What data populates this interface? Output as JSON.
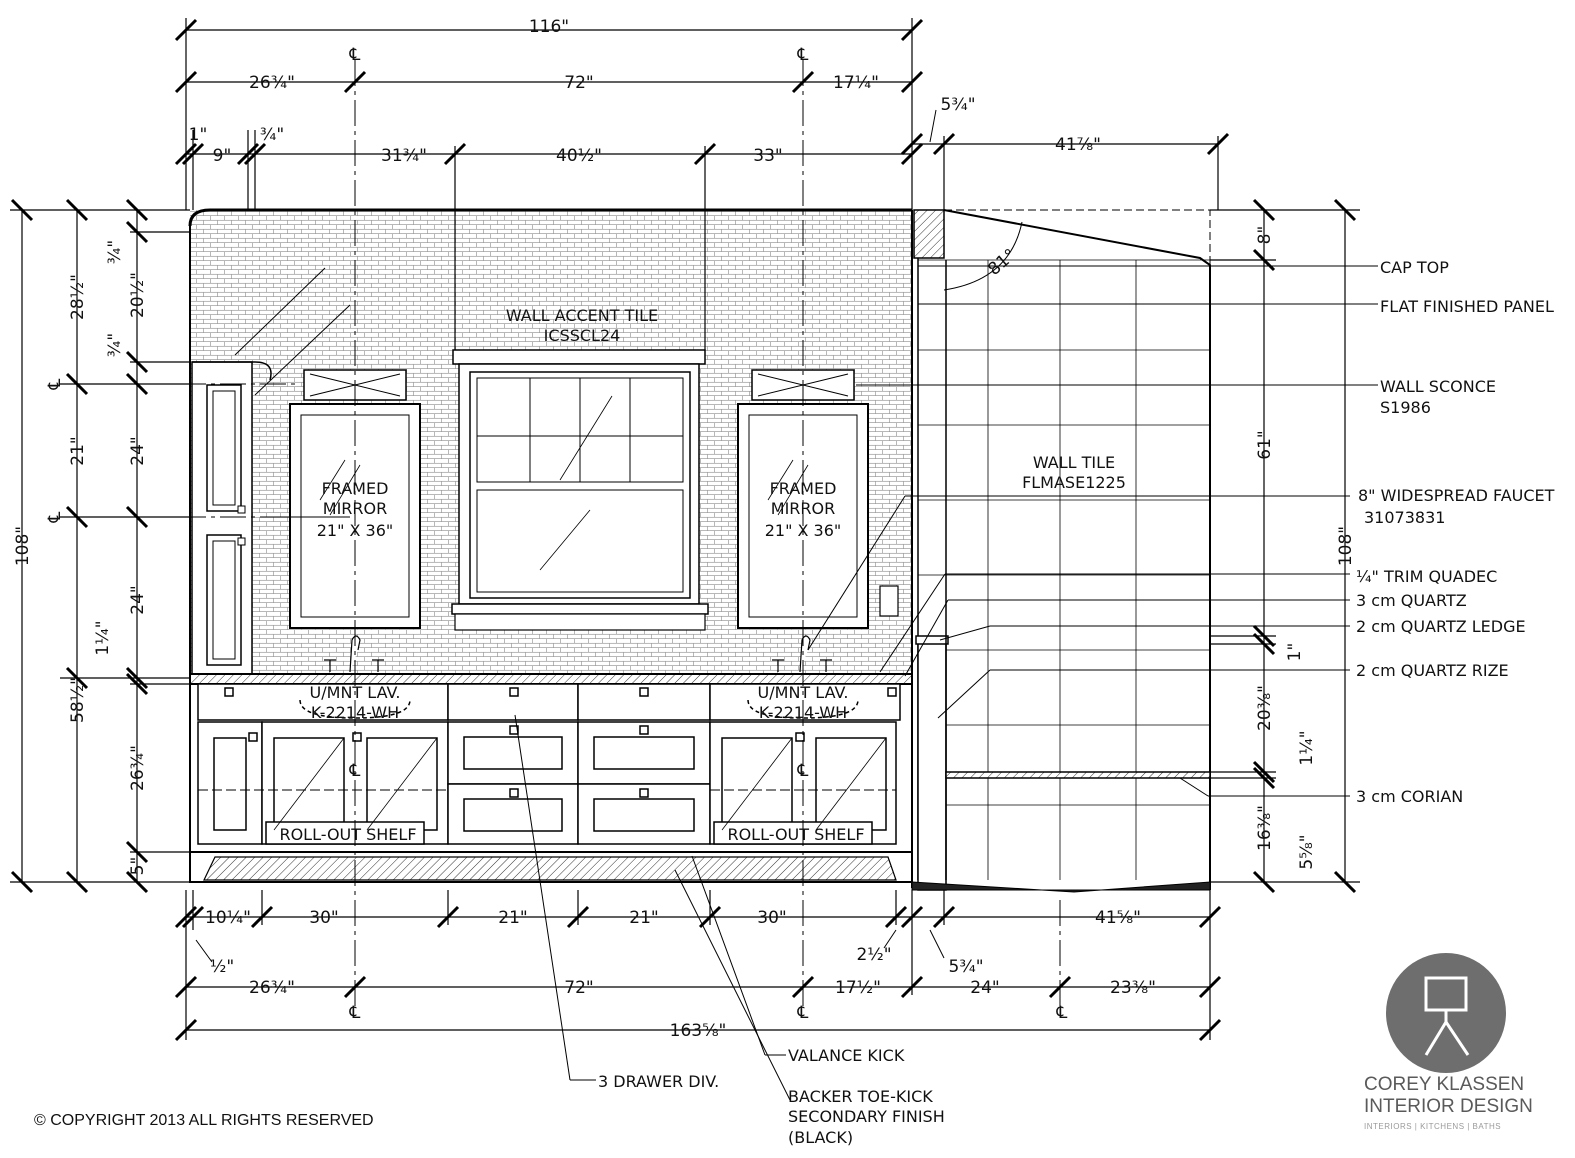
{
  "dimensions_top": {
    "overall": "116\"",
    "row2": [
      "26¾\"",
      "72\"",
      "17¼\""
    ],
    "row3": [
      "1\"",
      "9\"",
      "¾\"",
      "31¾\"",
      "40½\"",
      "33\""
    ],
    "side_top": [
      "5¾\"",
      "41⅞\""
    ]
  },
  "dimensions_bottom": {
    "row1": [
      "10¼\"",
      "30\"",
      "21\"",
      "21\"",
      "30\""
    ],
    "row1_side": [
      "41⅝\""
    ],
    "small": [
      "½\"",
      "2½\"",
      "5¾\""
    ],
    "row2": [
      "26¾\"",
      "72\"",
      "17½\"",
      "24\"",
      "23⅜\""
    ],
    "overall": "163⅝\""
  },
  "dimensions_left": {
    "overall": "108\"",
    "outer": [
      "28½\"",
      "21\"",
      "58½\""
    ],
    "inner": [
      "¾\"",
      "20½\"",
      "¾\"",
      "24\"",
      "24\"",
      "1¼\"",
      "26¾\"",
      "5\""
    ]
  },
  "dimensions_right": {
    "overall": "108\"",
    "outer": [
      "61\""
    ],
    "inner": [
      "8\"",
      "1\"",
      "20⅜\"",
      "1¼\"",
      "16⅜\"",
      "5⅝\""
    ],
    "angle": "81°"
  },
  "centerline_symbol": "℄",
  "inner_labels": {
    "accent_tile": [
      "WALL ACCENT TILE",
      "ICSSCL24"
    ],
    "left_mirror": [
      "FRAMED",
      "MIRROR",
      "21\" X 36\""
    ],
    "right_mirror": [
      "FRAMED",
      "MIRROR",
      "21\" X 36\""
    ],
    "wall_tile": [
      "WALL TILE",
      "FLMASE1225"
    ],
    "left_lav": [
      "U/MNT LAV.",
      "K-2214-WH"
    ],
    "right_lav": [
      "U/MNT LAV.",
      "K-2214-WH"
    ],
    "left_shelf": "ROLL-OUT SHELF",
    "right_shelf": "ROLL-OUT SHELF"
  },
  "callouts_right": [
    "CAP TOP",
    "FLAT FINISHED PANEL",
    "WALL SCONCE",
    "S1986",
    "8\" WIDESPREAD FAUCET",
    "31073831",
    "¼\" TRIM QUADEC",
    "3 cm QUARTZ",
    "2 cm QUARTZ LEDGE",
    "2 cm QUARTZ RIZE",
    "3 cm CORIAN"
  ],
  "callouts_bottom": {
    "valance": "VALANCE KICK",
    "drawer": "3 DRAWER DIV.",
    "backer": [
      "BACKER TOE-KICK",
      "SECONDARY FINISH",
      "(BLACK)"
    ]
  },
  "copyright": "© COPYRIGHT 2013 ALL RIGHTS RESERVED",
  "logo": {
    "name1": "COREY KLASSEN",
    "name2": "INTERIOR DESIGN",
    "tagline": "INTERIORS | KITCHENS | BATHS",
    "circle_color": "#6e6e6e"
  }
}
